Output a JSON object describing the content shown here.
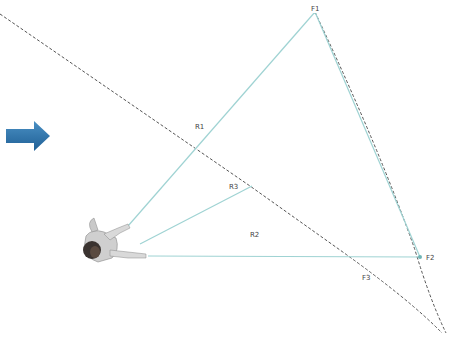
{
  "diagram": {
    "labels": [
      "F1",
      "R1",
      "R3",
      "R2",
      "F2",
      "F3"
    ]
  }
}
